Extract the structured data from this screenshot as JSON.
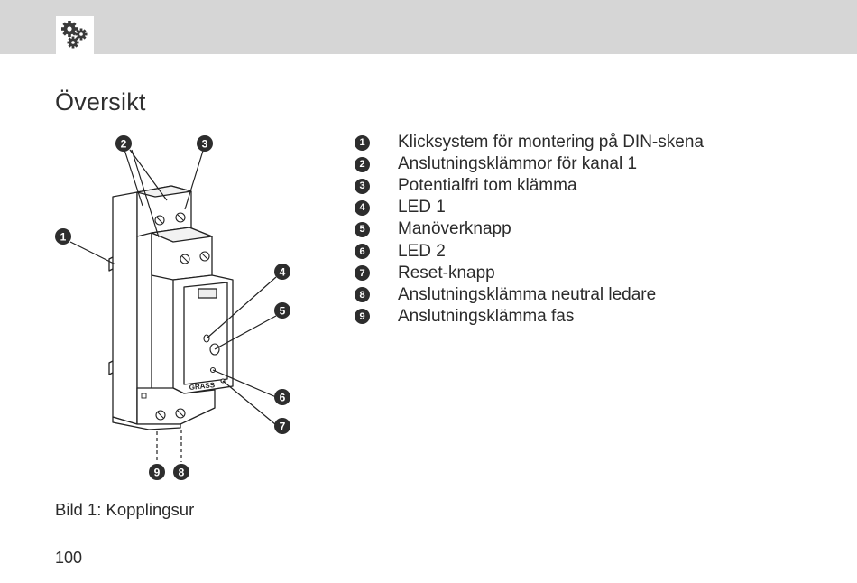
{
  "header": {
    "icon": "gears-icon"
  },
  "page": {
    "title": "Översikt",
    "caption": "Bild 1: Kopplingsur",
    "page_number": "100"
  },
  "diagram": {
    "brand_text": "GRASS",
    "callouts": [
      "1",
      "2",
      "3",
      "4",
      "5",
      "6",
      "7",
      "8",
      "9"
    ]
  },
  "legend": [
    {
      "num": "1",
      "text": "Klicksystem för montering på DIN-skena"
    },
    {
      "num": "2",
      "text": "Anslutningsklämmor för kanal 1"
    },
    {
      "num": "3",
      "text": "Potentialfri tom klämma"
    },
    {
      "num": "4",
      "text": "LED 1"
    },
    {
      "num": "5",
      "text": "Manöverknapp"
    },
    {
      "num": "6",
      "text": "LED 2"
    },
    {
      "num": "7",
      "text": "Reset-knapp"
    },
    {
      "num": "8",
      "text": "Anslutningsklämma neutral ledare"
    },
    {
      "num": "9",
      "text": "Anslutningsklämma fas"
    }
  ],
  "colors": {
    "header_bar": "#d6d6d6",
    "text": "#2b2b2b",
    "callout_fill": "#2d2d2d"
  }
}
